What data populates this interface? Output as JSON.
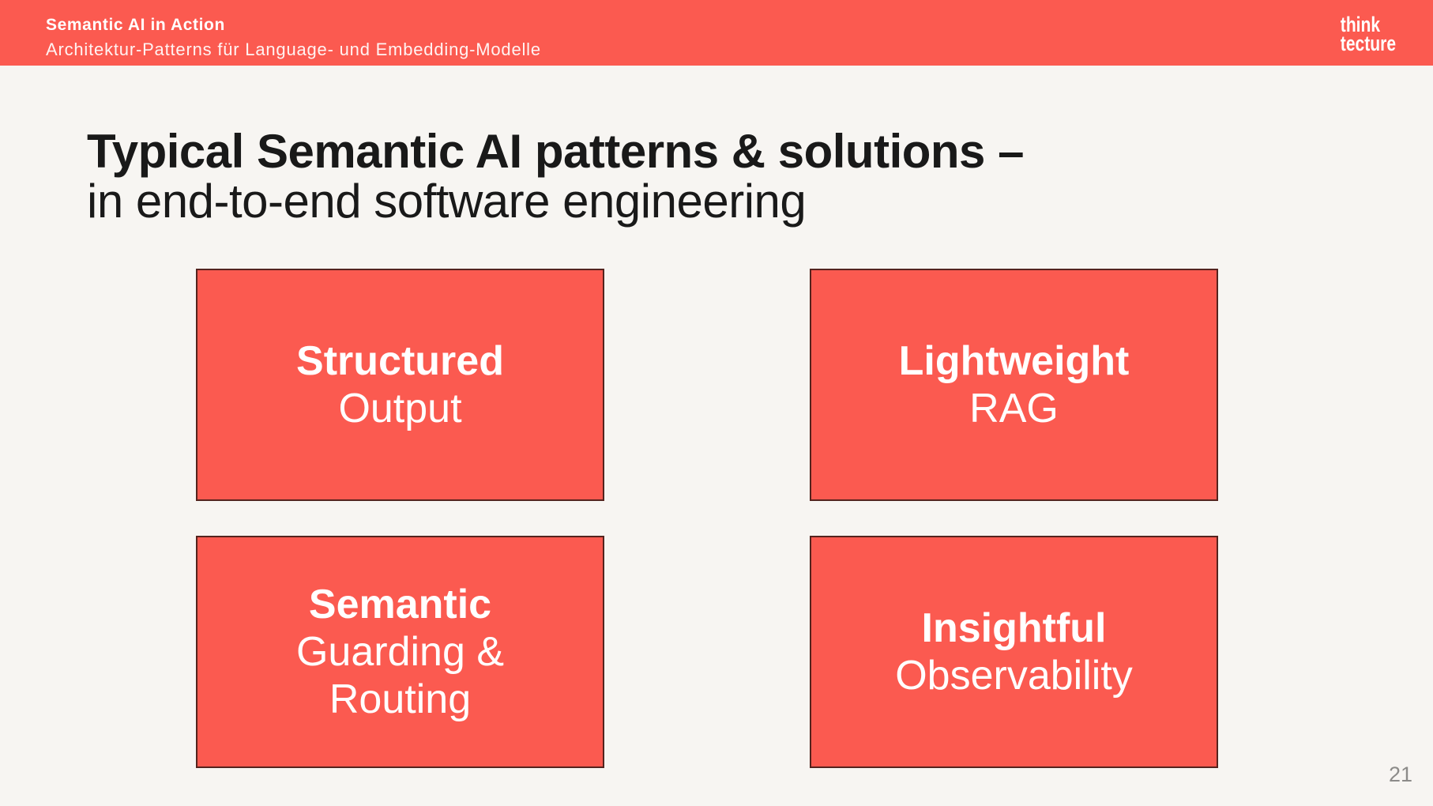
{
  "header": {
    "title": "Semantic AI in Action",
    "subtitle": "Architektur-Patterns für Language- und Embedding-Modelle"
  },
  "logo": {
    "line1": "think",
    "line2": "tecture"
  },
  "title": {
    "line1": "Typical Semantic AI patterns & solutions –",
    "line2": "in end-to-end software engineering"
  },
  "boxes": [
    {
      "bold": "Structured",
      "lines": [
        "Output"
      ]
    },
    {
      "bold": "Lightweight",
      "lines": [
        "RAG"
      ]
    },
    {
      "bold": "Semantic",
      "lines": [
        "Guarding &",
        "Routing"
      ]
    },
    {
      "bold": "Insightful",
      "lines": [
        "Observability"
      ]
    }
  ],
  "page_number": "21",
  "colors": {
    "accent": "#fb5a50",
    "box_border": "#54231e",
    "background": "#f7f5f2",
    "title_text": "#191919",
    "page_number_color": "#8c8b89"
  }
}
